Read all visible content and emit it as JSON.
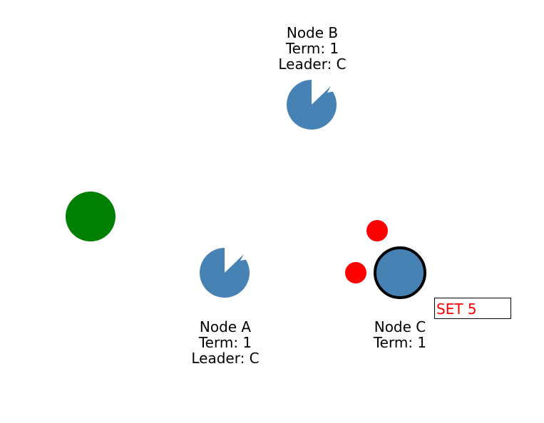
{
  "colors": {
    "node_fill": "#4682b4",
    "client": "#008000",
    "message": "#ff0000",
    "leader_ring": "#000000",
    "input_text": "#ff0000",
    "input_border": "#000000"
  },
  "nodes": {
    "a": {
      "name": "Node A",
      "term": "Term: 1",
      "leader": "Leader: C",
      "role": "follower"
    },
    "b": {
      "name": "Node B",
      "term": "Term: 1",
      "leader": "Leader: C",
      "role": "follower"
    },
    "c": {
      "name": "Node C",
      "term": "Term: 1",
      "role": "leader"
    }
  },
  "client": {
    "icon": "client-circle"
  },
  "messages": {
    "count": 2
  },
  "command_input": {
    "value": "SET 5"
  }
}
